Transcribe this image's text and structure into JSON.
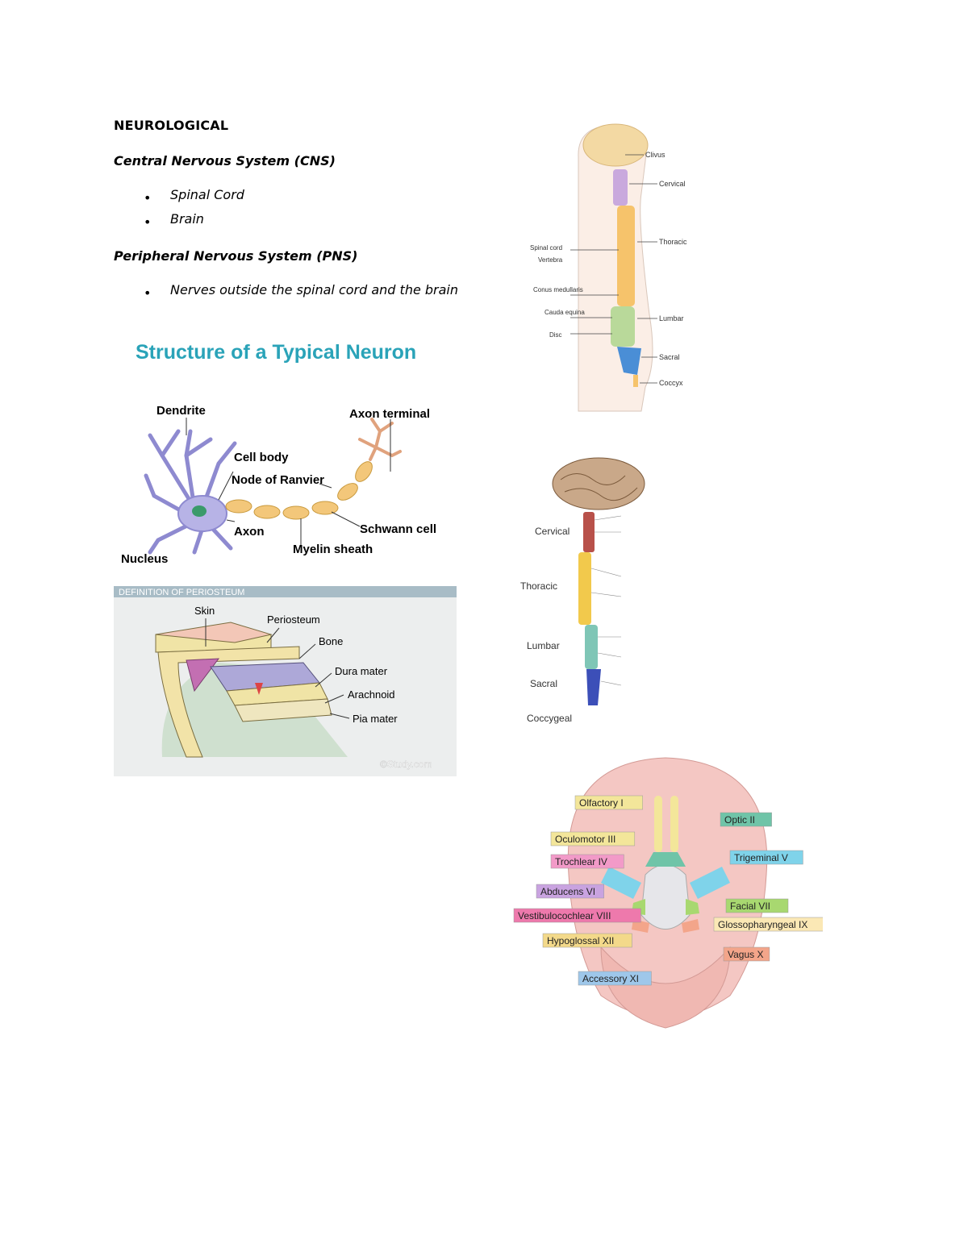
{
  "document": {
    "heading": "NEUROLOGICAL",
    "cns_title": "Central Nervous System (CNS)",
    "cns_items": [
      "Spinal Cord",
      "Brain"
    ],
    "pns_title": "Peripheral Nervous System (PNS)",
    "pns_items": [
      "Nerves outside the spinal cord and the brain"
    ],
    "bullet": "•"
  },
  "neuron_figure": {
    "title": "Structure of a Typical Neuron",
    "labels": {
      "dendrite": "Dendrite",
      "axon_terminal": "Axon terminal",
      "cell_body": "Cell body",
      "node_of_ranvier": "Node of Ranvier",
      "axon": "Axon",
      "schwann_cell": "Schwann cell",
      "nucleus": "Nucleus",
      "myelin_sheath": "Myelin sheath"
    },
    "colors": {
      "title": "#2aa3b8",
      "cell": "#b7b3e6",
      "myelin": "#f3c77a",
      "terminal": "#e0a27d"
    }
  },
  "periosteum_figure": {
    "banner": "DEFINITION OF PERIOSTEUM",
    "labels": {
      "skin": "Skin",
      "periosteum": "Periosteum",
      "bone": "Bone",
      "dura_mater": "Dura mater",
      "arachnoid": "Arachnoid",
      "pia_mater": "Pia mater"
    },
    "watermark": "©Study.com"
  },
  "spine_figure": {
    "labels_right": [
      "Clivus",
      "Cervical",
      "Thoracic",
      "Lumbar",
      "Sacral",
      "Coccyx"
    ],
    "labels_left": [
      "Spinal cord",
      "Vertebra",
      "Conus medullaris",
      "Cauda equina",
      "Disc"
    ]
  },
  "dermatome_figure": {
    "regions": [
      "Cervical",
      "Thoracic",
      "Lumbar",
      "Sacral",
      "Coccygeal"
    ]
  },
  "cranial_nerves_figure": {
    "labels": [
      {
        "text": "Olfactory I",
        "color": "#f3e69a"
      },
      {
        "text": "Optic II",
        "color": "#6fc4a8"
      },
      {
        "text": "Oculomotor III",
        "color": "#f3e69a"
      },
      {
        "text": "Trigeminal V",
        "color": "#7fd3ea"
      },
      {
        "text": "Trochlear IV",
        "color": "#f29ac8"
      },
      {
        "text": "Abducens VI",
        "color": "#c9a3e0"
      },
      {
        "text": "Facial VII",
        "color": "#a8d870"
      },
      {
        "text": "Vestibulocochlear VIII",
        "color": "#ee79ac"
      },
      {
        "text": "Glossopharyngeal IX",
        "color": "#fbe8b5"
      },
      {
        "text": "Hypoglossal XII",
        "color": "#f3d98a"
      },
      {
        "text": "Vagus X",
        "color": "#f3a58a"
      },
      {
        "text": "Accessory XI",
        "color": "#9ec7ea"
      }
    ]
  }
}
